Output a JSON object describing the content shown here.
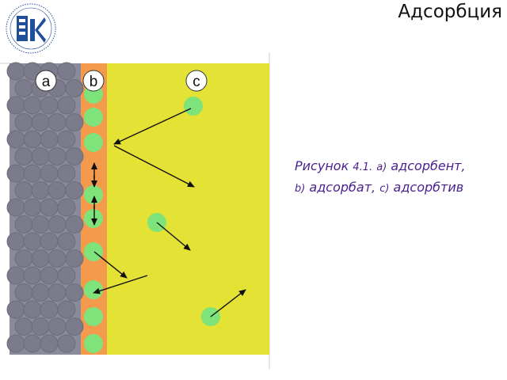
{
  "header": {
    "title": "Адсорбция"
  },
  "logo": {
    "icon": "university-emblem-icon",
    "colors": {
      "primary": "#1f4f9a"
    }
  },
  "figure": {
    "labels": {
      "a": "a",
      "b": "b",
      "c": "c"
    },
    "colors": {
      "adsorbent": "#7b7b8c",
      "adsorbent_back": "#6c6c7c",
      "adsorbate_layer": "#f39a4c",
      "adsorptive_medium": "#e4e234",
      "molecule": "#7ee37a",
      "arrow": "#111111"
    }
  },
  "caption": {
    "line1_word": "Рисунок",
    "line1_number": "4.1.",
    "line1_letter": "a)",
    "line1_term": "адсорбент,",
    "line2_letter_b": "b)",
    "line2_term_b": "адсорбат,",
    "line2_letter_c": "c)",
    "line2_term_c": "адсорбтив"
  }
}
